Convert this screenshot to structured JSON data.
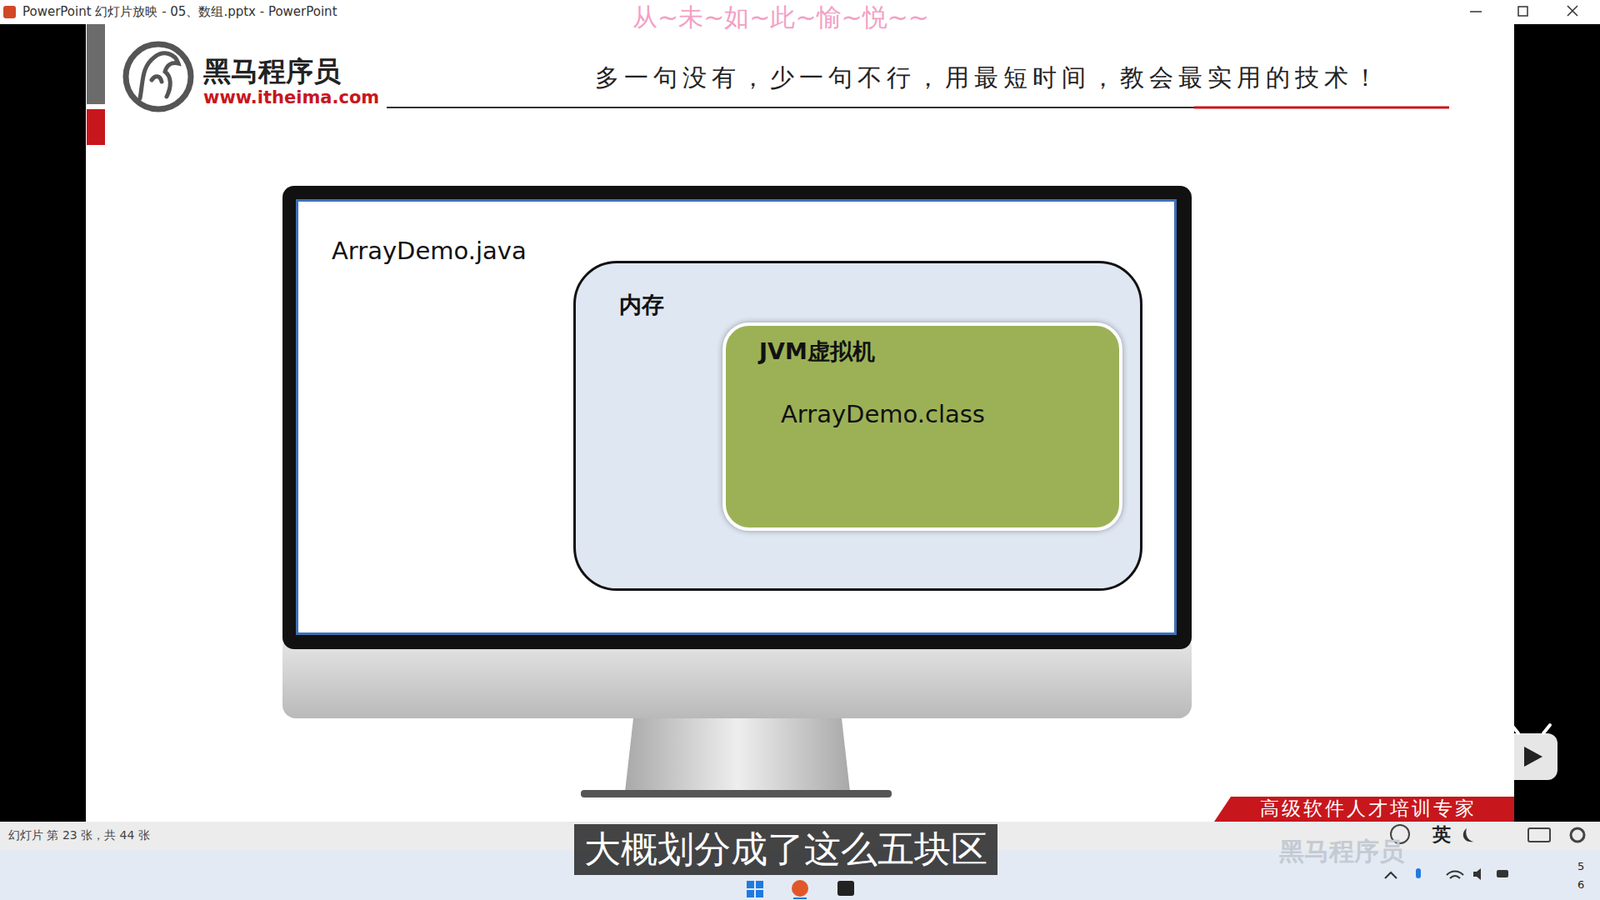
{
  "diagram": {
    "nodes": [
      {
        "text": [
          "ArrayDemo.java"
        ]
      },
      {
        "text": [
          "内存"
        ],
        "in": 0
      },
      {
        "text": [
          "JVM虚拟机",
          "ArrayDemo.class"
        ],
        "in": 1
      }
    ],
    "labels": [
      "PowerPoint 幻灯片放映 - 05、数组.pptx - PowerPoint",
      "从~未~如~此~愉~悦~~",
      "黑马程序员",
      "www.itheima.com",
      "多一句没有，少一句不行，用最短时间，教会最实用的技术！",
      "高级软件人才培训专家",
      "幻灯片 第 23 张，共 44 张",
      "大概划分成了这么五块区",
      "英",
      "5",
      "6",
      "黑马程序员"
    ]
  }
}
